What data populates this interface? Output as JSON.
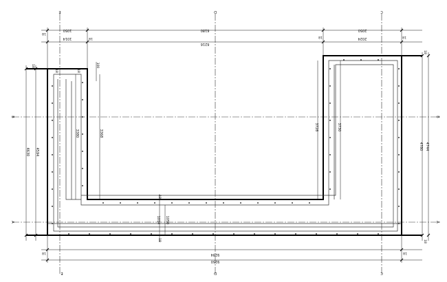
{
  "grid_axes": {
    "top": [
      "E",
      "D",
      "C"
    ],
    "bottom": [
      "E",
      "D",
      "C"
    ],
    "left": [
      "B",
      "A"
    ],
    "right": [
      "B",
      "A"
    ]
  },
  "top_dims": {
    "row1": [
      "18",
      "1050",
      "6180",
      "18",
      "2050",
      "18"
    ],
    "row2": [
      "1014",
      "18",
      "6216",
      "2024"
    ]
  },
  "bottom_dims": {
    "row1": [
      "18",
      "9284",
      "18"
    ],
    "row2": [
      "9250"
    ]
  },
  "left_dims": [
    "18",
    "100",
    "18",
    "18",
    "4630",
    "4594",
    "3380",
    "3368"
  ],
  "right_dims": [
    "3728",
    "3730",
    "4780",
    "4744",
    "18",
    "18"
  ],
  "middle_dims": [
    "18",
    "1014",
    "1050",
    "18"
  ]
}
